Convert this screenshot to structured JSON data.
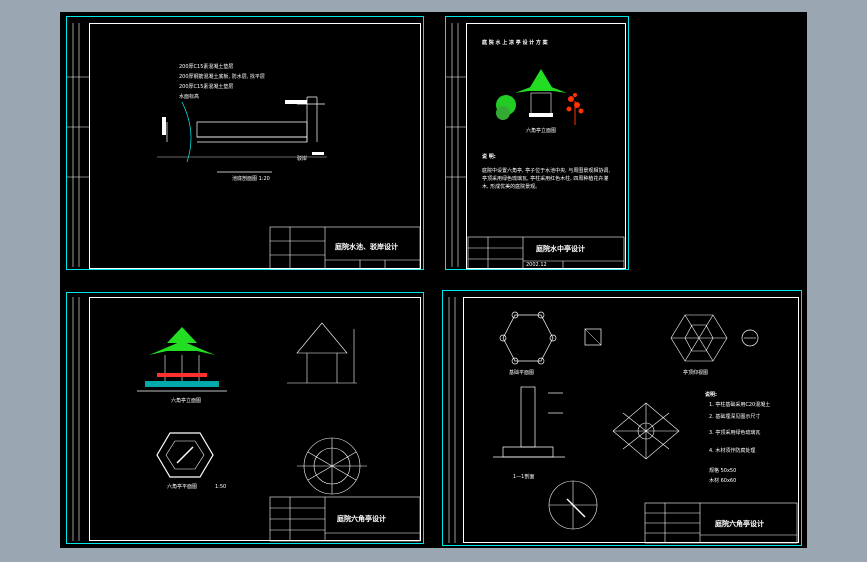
{
  "viewport": {
    "background": "#000000",
    "chrome_color": "#9aa6b2"
  },
  "colors": {
    "sheet_border": "#00e6e6",
    "frame": "#ffffff",
    "pavilion_roof": "#22dd22",
    "shrub": "#22cc22",
    "flower": "#ff3300"
  },
  "sheets": [
    {
      "id": "sheet-1",
      "title": "庭院水池、驳岸设计",
      "notes": [
        "200厚C15素混凝土垫层",
        "200厚钢筋混凝土底板, 防水层, 找平层",
        "200厚C15素混凝土垫层"
      ],
      "marks": [
        "水面标高",
        "池底剖面图 1:20",
        "驳岸"
      ]
    },
    {
      "id": "sheet-2",
      "title": "庭院水中亭设计",
      "heading": "庭 院 水 上 凉 亭 设 计 方 案",
      "caption": "六角亭立面图",
      "desc_heading": "说 明:",
      "desc_text": "庭院中设置六角亭, 亭子位于水池中央, 与周围景观相协调, 亭顶采用绿色琉璃瓦, 亭柱采用红色木柱, 四周种植花卉灌木, 形成优美的庭院景观。",
      "date": "2002.12"
    },
    {
      "id": "sheet-3",
      "title": "庭院六角亭设计",
      "caption_front": "六角亭立面图",
      "caption_plan": "六角亭平面图",
      "caption_scale": "1:50"
    },
    {
      "id": "sheet-4",
      "title": "庭院六角亭设计",
      "notes_heading": "说明:",
      "notes": [
        "1. 亭柱基础采用C20混凝土",
        "2. 基础埋深见图示尺寸",
        "3. 亭顶采用绿色琉璃瓦",
        "4. 木材须作防腐处理",
        "规格 50x50",
        "木材 60x60"
      ],
      "captions": [
        "基础平面图",
        "亭顶仰视图",
        "1—1剖面"
      ]
    }
  ]
}
